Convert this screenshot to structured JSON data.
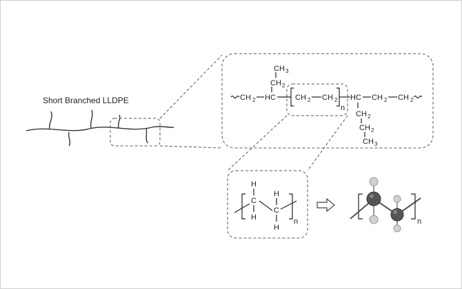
{
  "title": "Short Branched LLDPE",
  "top": {
    "methyl": "CH",
    "methyl_sub": "3",
    "ch2_a": "CH",
    "ch2_a_sub": "2",
    "c1": "CH",
    "c1_sub": "2",
    "hc_left": "HC",
    "c2": "CH",
    "c2_sub": "2",
    "c3": "CH",
    "c3_sub": "2",
    "repeat_n": "n",
    "hc_right": "HC",
    "c4": "CH",
    "c4_sub": "2",
    "c5": "CH",
    "c5_sub": "2",
    "b1": "CH",
    "b1_sub": "2",
    "b2": "CH",
    "b2_sub": "2",
    "b3": "CH",
    "b3_sub": "3"
  },
  "unit": {
    "h_top_1": "H",
    "c_1": "C",
    "h_bot_1": "H",
    "h_top_2": "H",
    "c_2": "C",
    "h_bot_2": "H",
    "n": "n"
  },
  "model": {
    "n": "n",
    "carbon_color": "#555555",
    "hydrogen_color": "#cfcfcf"
  },
  "arrow_icon": "hollow-right-arrow"
}
